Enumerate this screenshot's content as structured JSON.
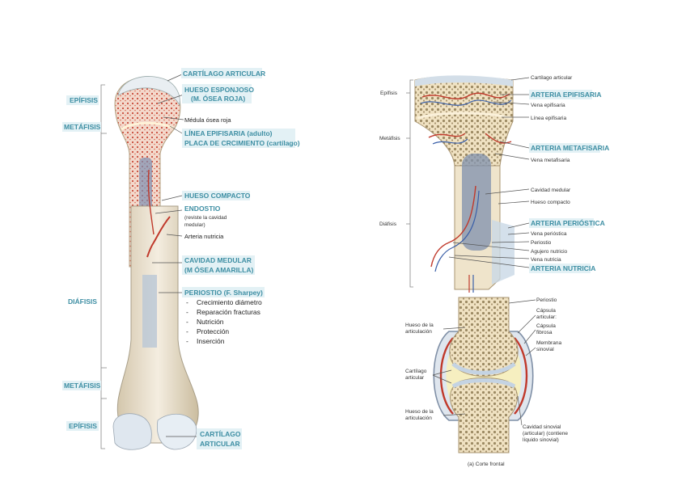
{
  "left": {
    "regions": {
      "epifisis_top": "EPÍFISIS",
      "metafisis_top": "METÁFISIS",
      "diafisis": "DIÁFISIS",
      "metafisis_bottom": "METÁFISIS",
      "epifisis_bottom": "EPÍFISIS"
    },
    "labels": {
      "cartilago_articular": "CARTÍLAGO ARTICULAR",
      "hueso_esponjoso_1": "HUESO ESPONJOSO",
      "hueso_esponjoso_2": "(M. ÓSEA ROJA)",
      "medula_osea_roja": "Médula ósea roja",
      "linea_epifisaria_title": "LÍNEA EPIFISARIA",
      "linea_epifisaria_sub": "(adulto)",
      "placa_title": "PLACA DE CRCIMIENTO",
      "placa_sub": "(cartílago)",
      "hueso_compacto": "HUESO COMPACTO",
      "endostio": "ENDOSTIO",
      "endostio_note_1": "(reviste la cavidad",
      "endostio_note_2": "medular)",
      "arteria_nutricia": "Arteria nutricia",
      "cavidad_medular_1": "CAVIDAD MEDULAR",
      "cavidad_medular_2": "(M ÓSEA AMARILLA)",
      "periostio_title": "PERIOSTIO",
      "periostio_sub": "(F. Sharpey)",
      "cartilago_bottom_1": "CARTÍLAGO",
      "cartilago_bottom_2": "ARTICULAR"
    },
    "periostio_functions": [
      "Crecimiento diámetro",
      "Reparación fracturas",
      "Nutrición",
      "Protección",
      "Inserción"
    ]
  },
  "top_right": {
    "regions": {
      "epifisis": "Epífisis",
      "metafisis": "Metáfisis",
      "diafisis": "Diáfisis"
    },
    "labels": {
      "cartilago_articular": "Cartílago articular",
      "arteria_epifisaria": "ARTERIA EPIFISARIA",
      "vena_epifisaria": "Vena epifisaria",
      "linea_epifisaria": "Línea epifisaria",
      "arteria_metafisaria": "ARTERIA METAFISARIA",
      "vena_metafisaria": "Vena metafisaria",
      "cavidad_medular": "Cavidad medular",
      "hueso_compacto": "Hueso compacto",
      "arteria_periostica": "ARTERIA PERIÓSTICA",
      "vena_periostica": "Vena perióstica",
      "periostio": "Periostio",
      "agujero_nutricio": "Agujero nutricio",
      "vena_nutricia": "Vena nutricia",
      "arteria_nutricia": "ARTERIA NUTRICIA"
    }
  },
  "bottom_right": {
    "labels": {
      "periostio": "Periostio",
      "capsula_1": "Cápsula",
      "capsula_2": "articular:",
      "capsula_fibrosa_1": "Cápsula",
      "capsula_fibrosa_2": "fibrosa",
      "membrana_1": "Membrana",
      "membrana_2": "sinovial",
      "hueso_art_top_1": "Hueso de la",
      "hueso_art_top_2": "articulación",
      "cartilago_1": "Cartílago",
      "cartilago_2": "articular",
      "hueso_art_bottom_1": "Hueso de la",
      "hueso_art_bottom_2": "articulación",
      "cavidad_sinovial_1": "Cavidad sinovial",
      "cavidad_sinovial_2": "(articular) (contiene",
      "cavidad_sinovial_3": "líquido sinovial)",
      "caption": "(a) Corte frontal"
    }
  },
  "colors": {
    "teal_label": "#3d8ea3",
    "label_highlight": "#e3f1f5",
    "bone": "#e9dcc0",
    "spongy": "#e7b6a0",
    "artery": "#c0392b",
    "vein": "#3a5fa8",
    "cartilage": "#dde3ea"
  }
}
